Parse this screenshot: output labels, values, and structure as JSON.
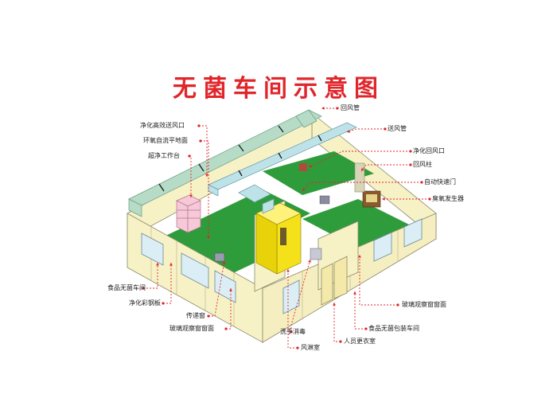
{
  "title": "无菌车间示意图",
  "colors": {
    "title": "#e0262b",
    "wall": "#f7f1c6",
    "floor": "#2f9c3c",
    "duct_return": "#b6dcc8",
    "duct_supply": "#bde3e8",
    "air_shower": "#f5e11a",
    "workbench": "#f6c8d8",
    "leader": "#e0262b"
  },
  "labels": {
    "return_duct": "回风管",
    "supply_duct": "送风管",
    "hepa_outlet": "净化高效送风口",
    "epoxy_floor": "环氧自流平地面",
    "clean_bench": "超净工作台",
    "return_outlet": "净化回风口",
    "return_column": "回风柱",
    "rapid_door": "自动快速门",
    "ozone_generator": "臭氧发生器",
    "food_workshop": "食品无菌车间",
    "color_steel_panel": "净化彩钢板",
    "pass_box": "传递窗",
    "glass_window_left": "玻璃观察窗窗面",
    "hand_wash": "洗手消毒",
    "air_shower": "风淋室",
    "changing_room": "人员更衣室",
    "glass_window_right": "玻璃观察窗窗面",
    "packaging_room": "食品无菌包装车间"
  }
}
